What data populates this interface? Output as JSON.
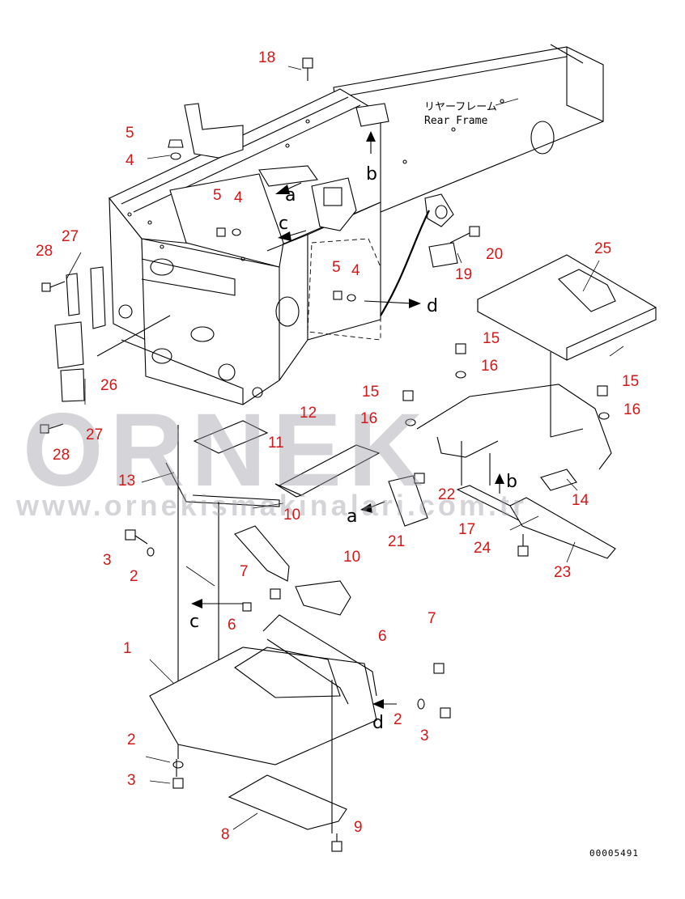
{
  "watermark": {
    "brand": "ORNEK",
    "url": "www.ornekismakinalari.com.tr"
  },
  "frame_label": {
    "japanese": "リヤーフレーム",
    "english": "Rear Frame"
  },
  "drawing_number": "00005491",
  "view_letters": [
    "a",
    "b",
    "c",
    "d"
  ],
  "callouts": [
    "1",
    "2",
    "3",
    "4",
    "5",
    "6",
    "7",
    "8",
    "9",
    "10",
    "11",
    "12",
    "13",
    "14",
    "15",
    "16",
    "17",
    "18",
    "19",
    "20",
    "21",
    "22",
    "23",
    "24",
    "25",
    "26",
    "27",
    "28"
  ],
  "colors": {
    "callout": "#d01818",
    "line": "#000000",
    "watermark": "#9a9aa4"
  }
}
